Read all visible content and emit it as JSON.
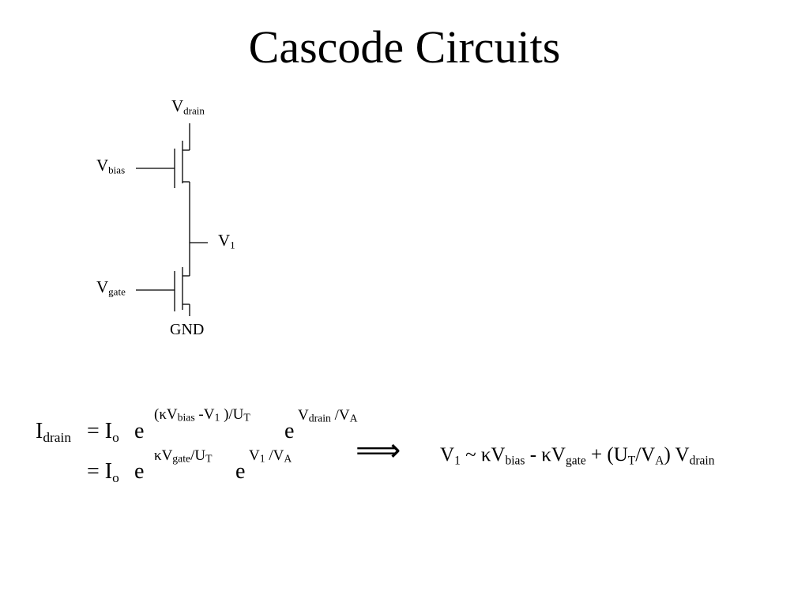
{
  "slide": {
    "title": "Cascode Circuits"
  },
  "circuit": {
    "v_drain": {
      "base": "V",
      "sub": "drain"
    },
    "v_bias": {
      "base": "V",
      "sub": "bias"
    },
    "v_1": {
      "base": "V",
      "sub": "1"
    },
    "v_gate": {
      "base": "V",
      "sub": "gate"
    },
    "gnd": "GND"
  },
  "equations": {
    "line1": {
      "lhs_base": "I",
      "lhs_sub": "drain",
      "eq": "= I",
      "io_sub": "o",
      "e": "e",
      "exp1": {
        "pre": "(κV",
        "sub1": "bias",
        "mid": " -V",
        "sub2": "1",
        "post": " )/U",
        "sub3": "T"
      },
      "e2": "e",
      "exp2": {
        "pre": "V",
        "sub1": "drain",
        "mid": " /V",
        "sub2": "A"
      }
    },
    "line2": {
      "eq": "= I",
      "io_sub": "o",
      "e": "e",
      "exp1": {
        "pre": "κV",
        "sub1": "gate",
        "mid": "/U",
        "sub2": "T"
      },
      "e2": "e",
      "exp2": {
        "pre": "V",
        "sub1": "1",
        "mid": " /V",
        "sub2": "A"
      }
    },
    "arrow": "⟹",
    "result": {
      "t1": "V",
      "s1": "1",
      "t2": " ~ κV",
      "s2": "bias",
      "t3": " - κV",
      "s3": "gate",
      "t4": " + (U",
      "s4": "T",
      "t5": "/V",
      "s5": "A",
      "t6": ") V",
      "s6": "drain"
    }
  }
}
